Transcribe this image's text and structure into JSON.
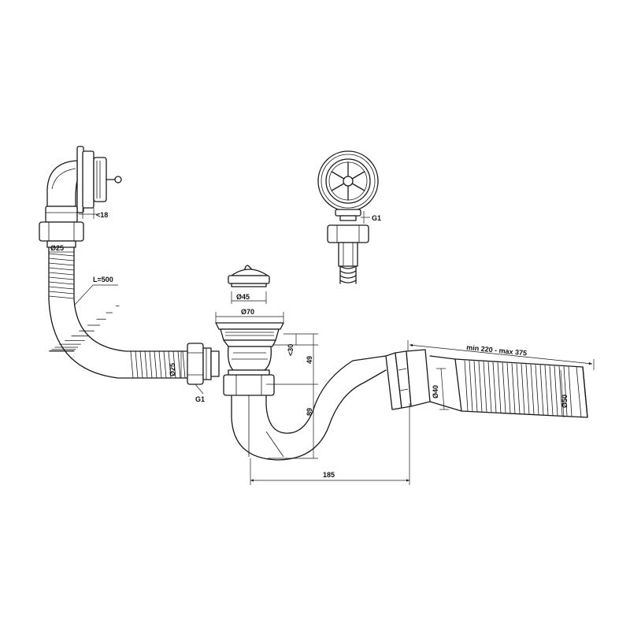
{
  "labels": {
    "d25_top": "Ø25",
    "len_500": "L=500",
    "w_18": "<18",
    "g1_top": "G1",
    "d45": "Ø45",
    "d70": "Ø70",
    "d25_mid": "Ø25",
    "g1_left": "G1",
    "h30": "<30",
    "h49": "49",
    "h89": "89",
    "w185": "185",
    "d40": "Ø40",
    "d50": "Ø50",
    "len_range": "min 220 - max 375"
  },
  "colors": {
    "line": "#1a1a1a",
    "background": "#ffffff"
  }
}
